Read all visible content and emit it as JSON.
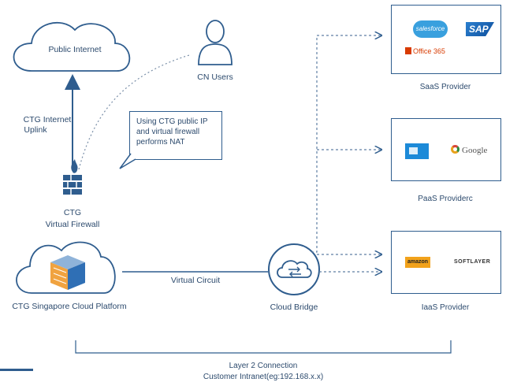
{
  "public_internet": {
    "label": "Public Internet"
  },
  "cn_users": {
    "label": "CN Users"
  },
  "uplink": {
    "label_line1": "CTG Internet",
    "label_line2": "Uplink"
  },
  "callout": {
    "text_line1": "Using CTG public IP",
    "text_line2": "and virtual firewall",
    "text_line3": "performs NAT"
  },
  "firewall": {
    "label_line1": "CTG",
    "label_line2": "Virtual Firewall"
  },
  "cloud_platform": {
    "label": "CTG Singapore Cloud Platform"
  },
  "virtual_circuit": {
    "label": "Virtual Circuit"
  },
  "cloud_bridge": {
    "label": "Cloud Bridge"
  },
  "saas": {
    "label": "SaaS Provider",
    "logos": {
      "salesforce": "salesforce",
      "sap": "SAP",
      "office": "Office 365"
    }
  },
  "paas": {
    "label": "PaaS Providerc",
    "logos": {
      "google": "Google"
    }
  },
  "iaas": {
    "label": "IaaS Provider",
    "logos": {
      "amazon": "amazon",
      "softlayer": "SOFTLAYER"
    }
  },
  "layer2": {
    "label_line1": "Layer 2 Connection",
    "label_line2": "Customer Intranet(eg:192.168.x.x)"
  },
  "colors": {
    "line": "#2f5d8e",
    "accent": "#f0a340"
  }
}
